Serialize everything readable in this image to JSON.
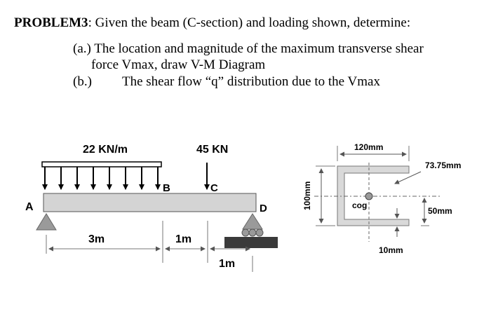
{
  "problem": {
    "title_bold": "PROBLEM3",
    "title_rest": ": Given the beam (C-section) and loading shown, determine:",
    "part_a_line1": "(a.) The location and magnitude of the maximum transverse shear",
    "part_a_line2": "force Vmax, draw V-M Diagram",
    "part_b_label": "(b.)",
    "part_b_text": "The shear flow “q” distribution due to the Vmax"
  },
  "beam": {
    "distributed_load": "22 KN/m",
    "point_load": "45 KN",
    "point_a": "A",
    "point_b": "B",
    "point_c": "C",
    "point_d": "D",
    "span_ab": "3m",
    "span_bc": "1m",
    "span_cd": "1m"
  },
  "section": {
    "width": "120mm",
    "height": "100mm",
    "offset_top": "73.75mm",
    "offset_bottom": "50mm",
    "thickness": "10mm",
    "centroid": "cog"
  },
  "colors": {
    "beam_fill": "#d4d4d4",
    "support_fill": "#9a9a9a",
    "roller_base": "#3a3a3a",
    "section_fill": "#d9d9d9"
  }
}
